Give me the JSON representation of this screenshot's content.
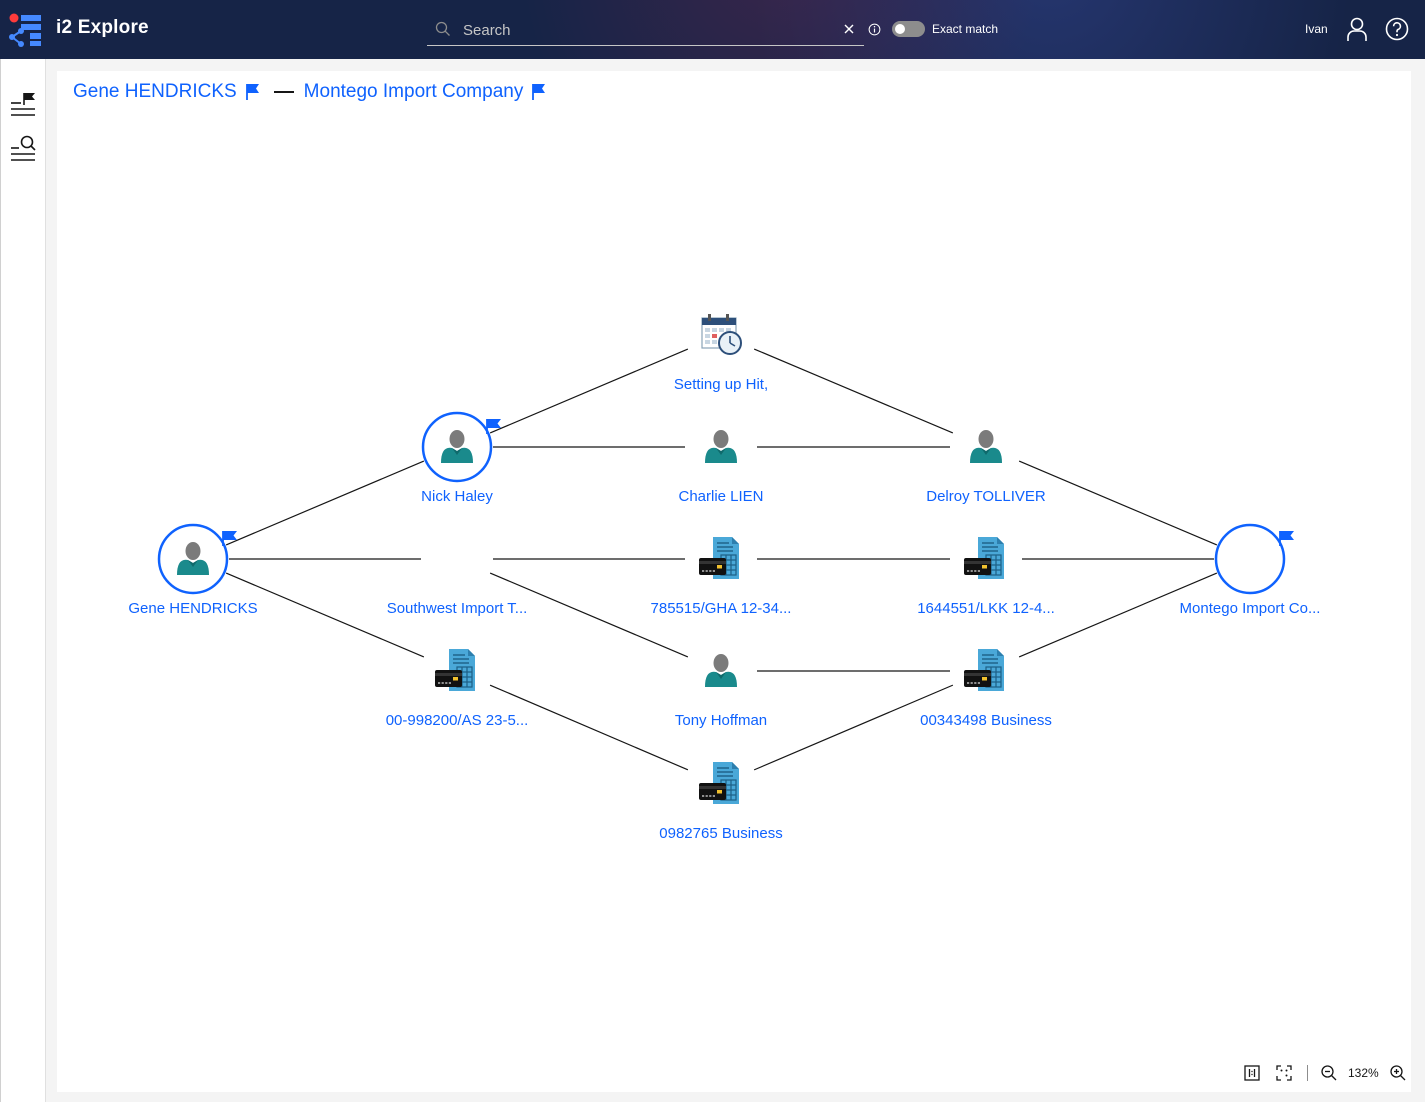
{
  "app": {
    "title": "i2 Explore"
  },
  "search": {
    "placeholder": "Search",
    "value": "",
    "exact_match_label": "Exact match",
    "exact_match_on": false
  },
  "user": {
    "name": "Ivan"
  },
  "breadcrumb": {
    "from": "Gene HENDRICKS",
    "to": "Montego Import Company"
  },
  "graph": {
    "nodes": [
      {
        "id": "setting-up-hit",
        "label": "Setting up Hit,",
        "type": "event"
      },
      {
        "id": "nick-haley",
        "label": "Nick Haley",
        "type": "person",
        "selected": true,
        "flagged": true
      },
      {
        "id": "charlie-lien",
        "label": "Charlie LIEN",
        "type": "person"
      },
      {
        "id": "delroy-tolliver",
        "label": "Delroy TOLLIVER",
        "type": "person"
      },
      {
        "id": "gene-hendricks",
        "label": "Gene HENDRICKS",
        "type": "person",
        "selected": true,
        "flagged": true
      },
      {
        "id": "southwest-import",
        "label": "Southwest Import T...",
        "type": "organization"
      },
      {
        "id": "acct-785515",
        "label": "785515/GHA 12-34...",
        "type": "account"
      },
      {
        "id": "acct-1644551",
        "label": "1644551/LKK 12-4...",
        "type": "account"
      },
      {
        "id": "montego-import",
        "label": "Montego Import Co...",
        "type": "organization",
        "selected": true,
        "flagged": true
      },
      {
        "id": "acct-00-998200",
        "label": "00-998200/AS 23-5...",
        "type": "account"
      },
      {
        "id": "tony-hoffman",
        "label": "Tony Hoffman",
        "type": "person"
      },
      {
        "id": "acct-00343498",
        "label": "00343498 Business",
        "type": "account"
      },
      {
        "id": "acct-0982765",
        "label": "0982765 Business",
        "type": "account"
      }
    ],
    "links": [
      [
        "gene-hendricks",
        "nick-haley"
      ],
      [
        "gene-hendricks",
        "southwest-import"
      ],
      [
        "gene-hendricks",
        "acct-00-998200"
      ],
      [
        "nick-haley",
        "setting-up-hit"
      ],
      [
        "nick-haley",
        "charlie-lien"
      ],
      [
        "setting-up-hit",
        "delroy-tolliver"
      ],
      [
        "charlie-lien",
        "delroy-tolliver"
      ],
      [
        "delroy-tolliver",
        "montego-import"
      ],
      [
        "southwest-import",
        "acct-785515"
      ],
      [
        "acct-785515",
        "acct-1644551"
      ],
      [
        "acct-1644551",
        "montego-import"
      ],
      [
        "southwest-import",
        "tony-hoffman"
      ],
      [
        "tony-hoffman",
        "acct-00343498"
      ],
      [
        "acct-00343498",
        "montego-import"
      ],
      [
        "acct-00-998200",
        "acct-0982765"
      ],
      [
        "acct-0982765",
        "acct-00343498"
      ]
    ]
  },
  "zoom": {
    "level": "132%"
  },
  "colors": {
    "accent": "#0f62fe",
    "header": "#162447",
    "person": "#1a8a8c",
    "organization": "#f08a24",
    "account": "#4aa8d8"
  }
}
